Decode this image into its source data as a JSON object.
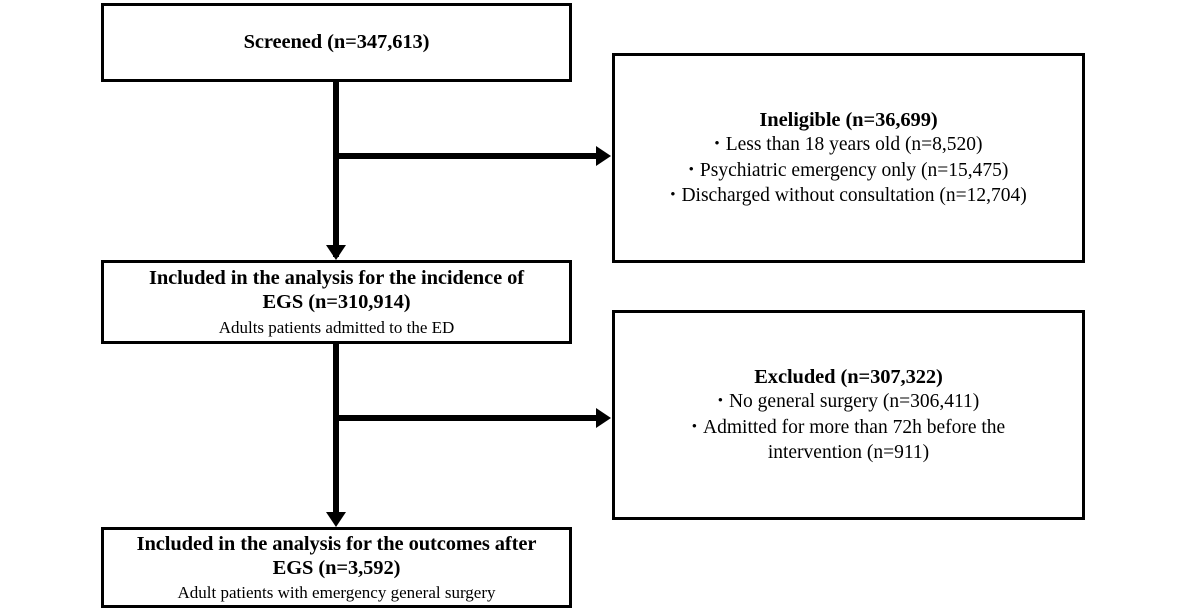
{
  "diagram": {
    "type": "flowchart",
    "kind": "participant-flow-diagram",
    "nodes": {
      "screened": {
        "title": "Screened (n=347,613)",
        "subtitle": ""
      },
      "ineligible": {
        "title": "Ineligible (n=36,699)",
        "bullets": [
          "Less than 18 years old (n=8,520)",
          "Psychiatric emergency only (n=15,475)",
          "Discharged without consultation (n=12,704)"
        ]
      },
      "included_incidence": {
        "title": "Included in the analysis for the incidence of\nEGS (n=310,914)",
        "subtitle": "Adults patients admitted to the ED"
      },
      "excluded": {
        "title": "Excluded (n=307,322)",
        "bullets": [
          "No general surgery (n=306,411)",
          "Admitted for more than 72h before the"
        ],
        "bullet_continuation": "intervention (n=911)"
      },
      "included_outcomes": {
        "title": "Included in the analysis for the outcomes after\nEGS (n=3,592)",
        "subtitle": "Adult patients with emergency general surgery"
      }
    },
    "bullet_glyph": "•",
    "colors": {
      "line": "#000000",
      "box_fill": "#ffffff",
      "text": "#000000",
      "background": "#ffffff"
    }
  }
}
